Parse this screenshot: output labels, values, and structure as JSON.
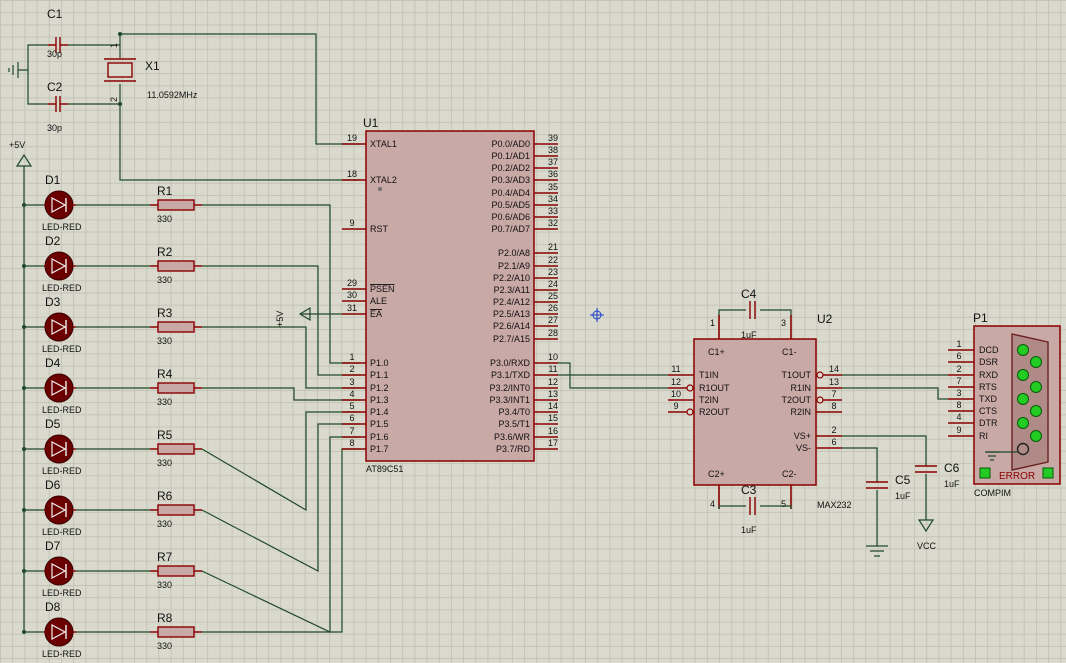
{
  "components": {
    "C1": {
      "ref": "C1",
      "value": "30p"
    },
    "C2": {
      "ref": "C2",
      "value": "30p"
    },
    "X1": {
      "ref": "X1",
      "value": "11.0592MHz",
      "pin1": "1",
      "pin2": "2"
    },
    "supply_label": "+5V",
    "ea_label": "+5V",
    "leds": [
      {
        "ref": "D1",
        "type": "LED-RED",
        "res": "R1",
        "val": "330"
      },
      {
        "ref": "D2",
        "type": "LED-RED",
        "res": "R2",
        "val": "330"
      },
      {
        "ref": "D3",
        "type": "LED-RED",
        "res": "R3",
        "val": "330"
      },
      {
        "ref": "D4",
        "type": "LED-RED",
        "res": "R4",
        "val": "330"
      },
      {
        "ref": "D5",
        "type": "LED-RED",
        "res": "R5",
        "val": "330"
      },
      {
        "ref": "D6",
        "type": "LED-RED",
        "res": "R6",
        "val": "330"
      },
      {
        "ref": "D7",
        "type": "LED-RED",
        "res": "R7",
        "val": "330"
      },
      {
        "ref": "D8",
        "type": "LED-RED",
        "res": "R8",
        "val": "330"
      }
    ],
    "U1": {
      "ref": "U1",
      "part": "AT89C51",
      "left_pins": [
        {
          "num": "19",
          "name": "XTAL1"
        },
        {
          "num": "18",
          "name": "XTAL2"
        },
        {
          "num": "9",
          "name": "RST"
        },
        {
          "num": "29",
          "name": "PSEN"
        },
        {
          "num": "30",
          "name": "ALE"
        },
        {
          "num": "31",
          "name": "EA"
        },
        {
          "num": "1",
          "name": "P1.0"
        },
        {
          "num": "2",
          "name": "P1.1"
        },
        {
          "num": "3",
          "name": "P1.2"
        },
        {
          "num": "4",
          "name": "P1.3"
        },
        {
          "num": "5",
          "name": "P1.4"
        },
        {
          "num": "6",
          "name": "P1.5"
        },
        {
          "num": "7",
          "name": "P1.6"
        },
        {
          "num": "8",
          "name": "P1.7"
        }
      ],
      "right_pins": [
        {
          "num": "39",
          "name": "P0.0/AD0"
        },
        {
          "num": "38",
          "name": "P0.1/AD1"
        },
        {
          "num": "37",
          "name": "P0.2/AD2"
        },
        {
          "num": "36",
          "name": "P0.3/AD3"
        },
        {
          "num": "35",
          "name": "P0.4/AD4"
        },
        {
          "num": "34",
          "name": "P0.5/AD5"
        },
        {
          "num": "33",
          "name": "P0.6/AD6"
        },
        {
          "num": "32",
          "name": "P0.7/AD7"
        },
        {
          "num": "21",
          "name": "P2.0/A8"
        },
        {
          "num": "22",
          "name": "P2.1/A9"
        },
        {
          "num": "23",
          "name": "P2.2/A10"
        },
        {
          "num": "24",
          "name": "P2.3/A11"
        },
        {
          "num": "25",
          "name": "P2.4/A12"
        },
        {
          "num": "26",
          "name": "P2.5/A13"
        },
        {
          "num": "27",
          "name": "P2.6/A14"
        },
        {
          "num": "28",
          "name": "P2.7/A15"
        },
        {
          "num": "10",
          "name": "P3.0/RXD"
        },
        {
          "num": "11",
          "name": "P3.1/TXD"
        },
        {
          "num": "12",
          "name": "P3.2/INT0"
        },
        {
          "num": "13",
          "name": "P3.3/INT1"
        },
        {
          "num": "14",
          "name": "P3.4/T0"
        },
        {
          "num": "15",
          "name": "P3.5/T1"
        },
        {
          "num": "16",
          "name": "P3.6/WR"
        },
        {
          "num": "17",
          "name": "P3.7/RD"
        }
      ]
    },
    "U2": {
      "ref": "U2",
      "part": "MAX232",
      "c1p": "C1+",
      "c1m": "C1-",
      "c2p": "C2+",
      "c2m": "C2-",
      "pin_c1p": "1",
      "pin_c1m": "3",
      "pin_c2p": "4",
      "pin_c2m": "5",
      "left_pins": [
        {
          "num": "11",
          "name": "T1IN"
        },
        {
          "num": "12",
          "name": "R1OUT"
        },
        {
          "num": "10",
          "name": "T2IN"
        },
        {
          "num": "9",
          "name": "R2OUT"
        }
      ],
      "right_pins": [
        {
          "num": "14",
          "name": "T1OUT"
        },
        {
          "num": "13",
          "name": "R1IN"
        },
        {
          "num": "7",
          "name": "T2OUT"
        },
        {
          "num": "8",
          "name": "R2IN"
        },
        {
          "num": "2",
          "name": "VS+"
        },
        {
          "num": "6",
          "name": "VS-"
        }
      ]
    },
    "C3": {
      "ref": "C3",
      "value": "1uF"
    },
    "C4": {
      "ref": "C4",
      "value": "1uF"
    },
    "C5": {
      "ref": "C5",
      "value": "1uF"
    },
    "C6": {
      "ref": "C6",
      "value": "1uF"
    },
    "vcc_label": "VCC",
    "P1": {
      "ref": "P1",
      "part": "COMPIM",
      "status": "ERROR",
      "pins": [
        {
          "num": "1",
          "name": "DCD"
        },
        {
          "num": "6",
          "name": "DSR"
        },
        {
          "num": "2",
          "name": "RXD"
        },
        {
          "num": "7",
          "name": "RTS"
        },
        {
          "num": "3",
          "name": "TXD"
        },
        {
          "num": "8",
          "name": "CTS"
        },
        {
          "num": "4",
          "name": "DTR"
        },
        {
          "num": "9",
          "name": "RI"
        }
      ]
    }
  },
  "colors": {
    "wire": "#1f4a2a",
    "component": "#8b0000",
    "chip_fill": "#c9a9a6",
    "led_fill": "#6a0000",
    "connector_fill": "#c9a9a6",
    "status_green": "#22cc22"
  }
}
